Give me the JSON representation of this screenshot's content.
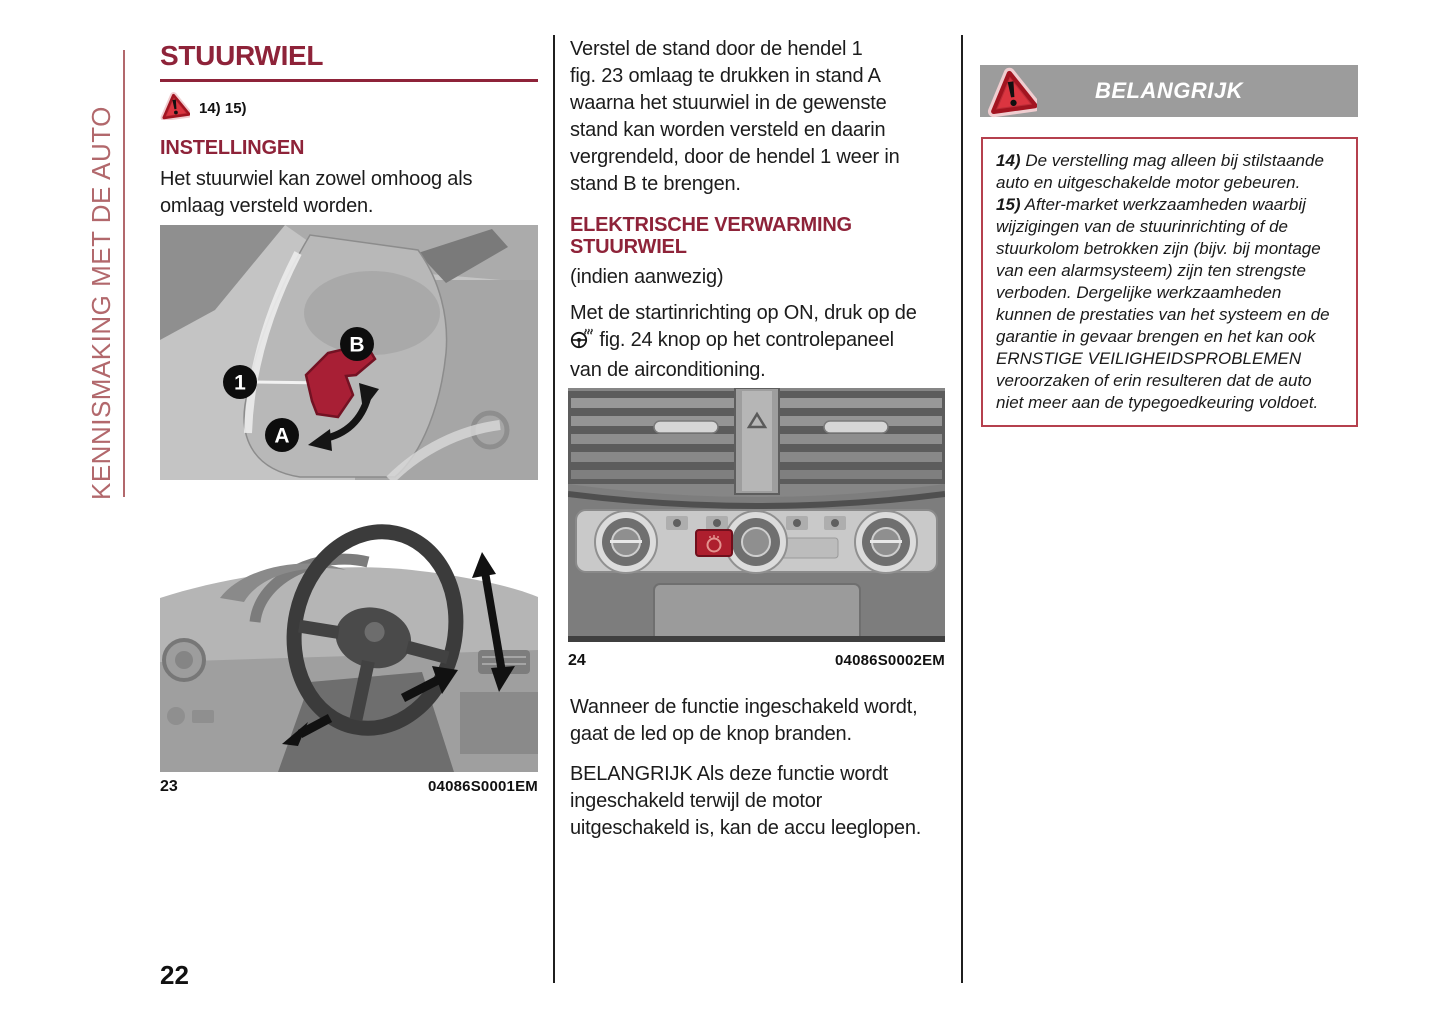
{
  "page": {
    "number": "22"
  },
  "sidebar": {
    "label": "KENNISMAKING MET DE AUTO"
  },
  "colors": {
    "accent_maroon": "#8e2339",
    "sidebar_rose": "#b2686c",
    "banner_gray": "#9c9c9c",
    "warning_red": "#d7242f",
    "box_border_red": "#b5404d",
    "lever_highlight_red": "#a81f35",
    "button_highlight_red": "#ae1f2e"
  },
  "icons": {
    "warning_triangle": "red-triangle-exclamation",
    "heated_steering_wheel": "steering-wheel-with-heat-waves"
  },
  "left_column": {
    "title": "STUURWIEL",
    "warning_refs": "14) 15)",
    "instellingen_heading": "INSTELLINGEN",
    "instellingen_body": "Het stuurwiel kan zowel omhoog als\nomlaag versteld worden.",
    "figure23": {
      "number": "23",
      "code": "04086S0001EM",
      "labels": {
        "lever": "1",
        "a": "A",
        "b": "B"
      }
    }
  },
  "middle_column": {
    "para1": "Verstel de stand door de hendel 1\nfig. 23 omlaag te drukken in stand A\nwaarna het stuurwiel in de gewenste\nstand kan worden versteld en daarin\nvergrendeld, door de hendel 1 weer in\nstand B te brengen.",
    "heating_heading": "ELEKTRISCHE VERWARMING\nSTUURWIEL",
    "availability_note": "(indien aanwezig)",
    "heating_body_before_icon": "Met de startinrichting op ON, druk op de",
    "heating_body_after_icon": " fig. 24 knop op het controlepaneel\nvan de airconditioning.",
    "figure24": {
      "number": "24",
      "code": "04086S0002EM"
    },
    "led_para": "Wanneer de functie ingeschakeld wordt,\ngaat de led op de knop branden.",
    "important_para": "BELANGRIJK Als deze functie wordt\ningeschakeld terwijl de motor\nuitgeschakeld is, kan de accu leeglopen."
  },
  "right_column": {
    "banner_label": "BELANGRIJK",
    "notes": [
      {
        "ref": "14)",
        "text": "De verstelling mag alleen bij stilstaande\nauto en uitgeschakelde motor gebeuren."
      },
      {
        "ref": "15)",
        "text": "After-market werkzaamheden waarbij\nwijzigingen van de stuurinrichting of de\nstuurkolom betrokken zijn (bijv. bij montage\nvan een alarmsysteem) zijn ten strengste\nverboden. Dergelijke werkzaamheden\nkunnen de prestaties van het systeem en de\ngarantie in gevaar brengen en het kan ook\nERNSTIGE VEILIGHEIDSPROBLEMEN\nveroorzaken of erin resulteren dat de auto\nniet meer aan de typegoedkeuring voldoet."
      }
    ]
  }
}
